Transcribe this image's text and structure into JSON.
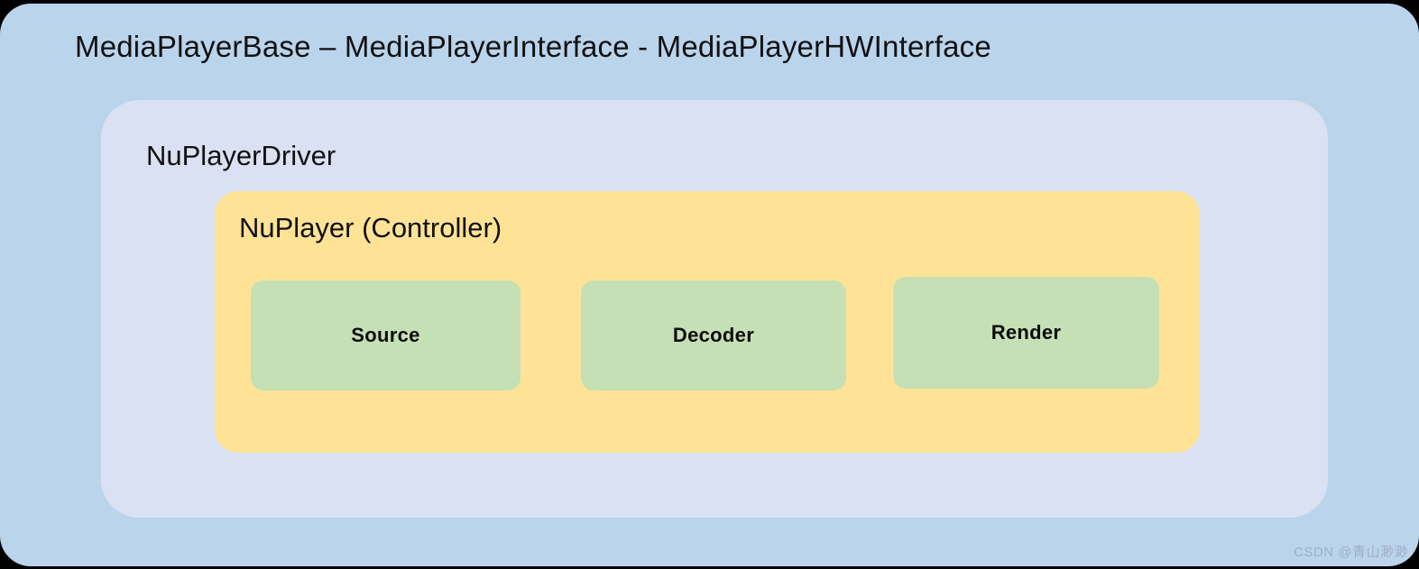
{
  "diagram": {
    "outer": {
      "title": "MediaPlayerBase – MediaPlayerInterface - MediaPlayerHWInterface",
      "color": "#bad4ec"
    },
    "driver_panel": {
      "title": "NuPlayerDriver",
      "color": "#dae1f2"
    },
    "controller": {
      "title": "NuPlayer (Controller)",
      "color": "#fee396"
    },
    "components": [
      {
        "label": "Source",
        "color": "#c5e0b4"
      },
      {
        "label": "Decoder",
        "color": "#c5e0b4"
      },
      {
        "label": "Render",
        "color": "#c5e0b4"
      }
    ]
  },
  "watermark": {
    "text": "CSDN @青山渺渺"
  }
}
